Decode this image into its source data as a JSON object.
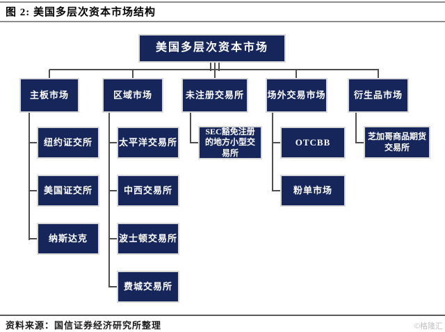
{
  "figure": {
    "title": "图 2: 美国多层次资本市场结构",
    "source": "资料来源：国信证券经济研究所整理",
    "watermark": "©格隆汇"
  },
  "colors": {
    "box_fill": "#16265b",
    "box_border": "#d9d9d9",
    "box_text": "#ffffff",
    "connector": "#4d4d4d"
  },
  "chart_data": {
    "type": "org-tree",
    "root": "美国多层次资本市场",
    "branches": [
      {
        "label": "主板市场",
        "children": [
          "纽约证交所",
          "美国证交所",
          "纳斯达克"
        ]
      },
      {
        "label": "区域市场",
        "children": [
          "太平洋交易所",
          "中西交易所",
          "波士顿交易所",
          "费城交易所"
        ]
      },
      {
        "label": "未注册交易所",
        "children": [
          "SEC豁免注册的地方小型交易所"
        ]
      },
      {
        "label": "场外交易市场",
        "children": [
          "OTCBB",
          "粉单市场"
        ]
      },
      {
        "label": "衍生品市场",
        "children": [
          "芝加哥商品期货交易所"
        ]
      }
    ]
  }
}
